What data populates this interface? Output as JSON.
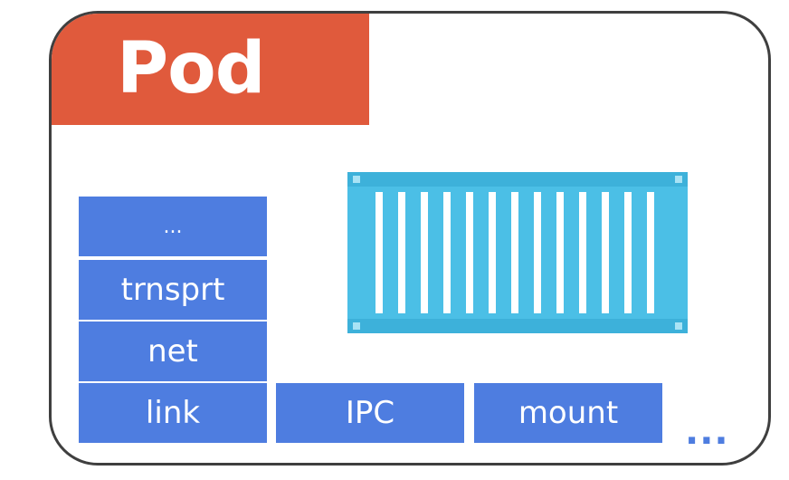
{
  "pod": {
    "title": "Pod"
  },
  "namespaces": {
    "stack": [
      {
        "label": "..."
      },
      {
        "label": "trnsprt"
      },
      {
        "label": "net"
      },
      {
        "label": "link"
      }
    ],
    "ipc": {
      "label": "IPC"
    },
    "mount": {
      "label": "mount"
    },
    "more": "..."
  },
  "container": {
    "icon": "shipping-container-icon"
  },
  "colors": {
    "pod_header": "#e05a3c",
    "namespace_box": "#4e7de0",
    "container": "#4bbfe6",
    "container_stripes": "#ffffff",
    "frame_border": "#3f3f3f"
  }
}
